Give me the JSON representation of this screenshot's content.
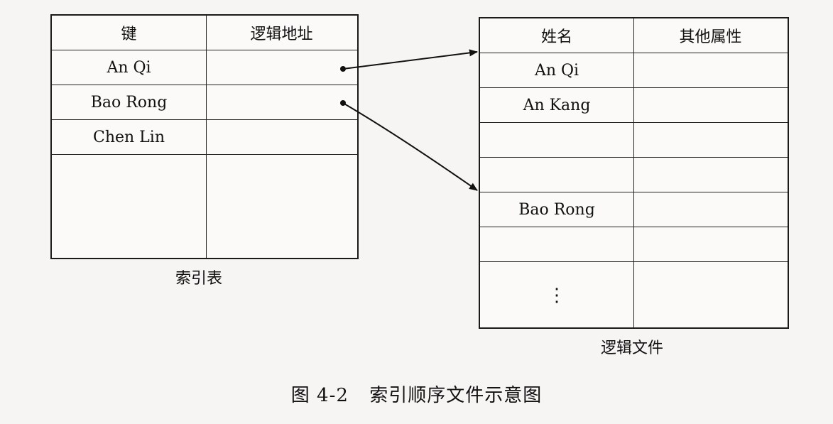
{
  "index_table": {
    "caption": "索引表",
    "headers": [
      "键",
      "逻辑地址"
    ],
    "rows": [
      [
        "An Qi",
        ""
      ],
      [
        "Bao Rong",
        ""
      ],
      [
        "Chen Lin",
        ""
      ],
      [
        "",
        ""
      ]
    ]
  },
  "logical_file": {
    "caption": "逻辑文件",
    "headers": [
      "姓名",
      "其他属性"
    ],
    "rows": [
      [
        "An Qi",
        ""
      ],
      [
        "An Kang",
        ""
      ],
      [
        "",
        ""
      ],
      [
        "",
        ""
      ],
      [
        "Bao Rong",
        ""
      ],
      [
        "",
        ""
      ],
      [
        "⋮",
        ""
      ]
    ]
  },
  "figure": {
    "number": "图 4-2",
    "title": "索引顺序文件示意图"
  }
}
